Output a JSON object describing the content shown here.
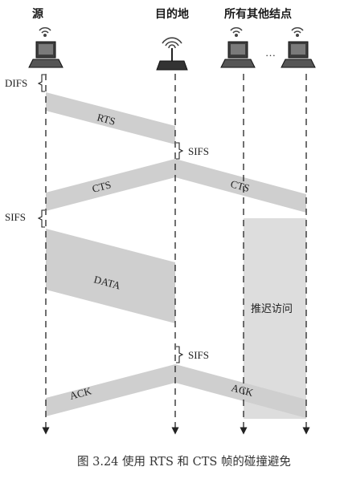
{
  "headers": {
    "source": "源",
    "destination": "目的地",
    "others": "所有其他结点",
    "ellipsis": "…"
  },
  "labels": {
    "difs": "DIFS",
    "sifs_1": "SIFS",
    "sifs_2": "SIFS",
    "sifs_3": "SIFS"
  },
  "frames": {
    "rts": "RTS",
    "cts_dest": "CTS",
    "cts_others": "CTS",
    "data": "DATA",
    "ack_dest": "ACK",
    "ack_others": "ACK"
  },
  "defer_access": "推迟访问",
  "caption": "图 3.24   使用 RTS 和 CTS 帧的碰撞避免",
  "colors": {
    "band": "#cfcfcf",
    "defer": "#dddddd",
    "line": "#222222"
  }
}
